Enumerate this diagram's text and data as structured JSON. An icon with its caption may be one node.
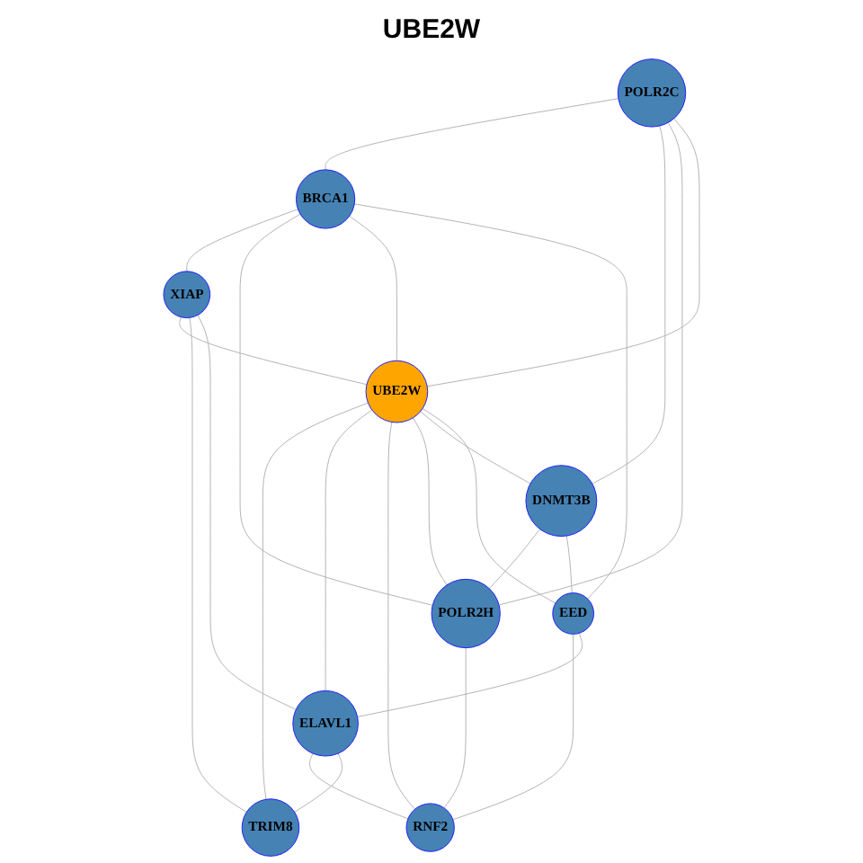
{
  "diagram": {
    "title": "UBE2W",
    "nodes": [
      {
        "text": [
          "POLR2C"
        ]
      },
      {
        "text": [
          "BRCA1"
        ]
      },
      {
        "text": [
          "XIAP"
        ]
      },
      {
        "text": [
          "POLR2H"
        ]
      },
      {
        "text": [
          "UBE2W"
        ]
      },
      {
        "text": [
          "DNMT3B"
        ]
      },
      {
        "text": [
          "TRIM8"
        ]
      },
      {
        "text": [
          "EED"
        ]
      },
      {
        "text": [
          "ELAVL1"
        ]
      },
      {
        "text": [
          "RNF2"
        ]
      }
    ],
    "edges": [
      {
        "from": 0,
        "to": 1,
        "arrow": "none"
      },
      {
        "from": 0,
        "to": 5,
        "arrow": "none"
      },
      {
        "from": 0,
        "to": 3,
        "arrow": "none"
      },
      {
        "from": 0,
        "to": 4,
        "arrow": "none"
      },
      {
        "from": 1,
        "to": 2,
        "arrow": "none"
      },
      {
        "from": 1,
        "to": 3,
        "arrow": "none"
      },
      {
        "from": 1,
        "to": 4,
        "arrow": "none"
      },
      {
        "from": 1,
        "to": 7,
        "arrow": "none"
      },
      {
        "from": 2,
        "to": 4,
        "arrow": "none"
      },
      {
        "from": 2,
        "to": 6,
        "arrow": "none"
      },
      {
        "from": 2,
        "to": 8,
        "arrow": "none"
      },
      {
        "from": 4,
        "to": 6,
        "arrow": "none"
      },
      {
        "from": 4,
        "to": 8,
        "arrow": "none"
      },
      {
        "from": 7,
        "to": 4,
        "arrow": "none"
      },
      {
        "from": 4,
        "to": 9,
        "arrow": "none"
      },
      {
        "from": 4,
        "to": 3,
        "arrow": "none"
      },
      {
        "from": 4,
        "to": 5,
        "arrow": "none"
      },
      {
        "from": 5,
        "to": 3,
        "arrow": "none"
      },
      {
        "from": 5,
        "to": 7,
        "arrow": "none"
      },
      {
        "from": 3,
        "to": 9,
        "arrow": "none"
      },
      {
        "from": 7,
        "to": 9,
        "arrow": "none"
      },
      {
        "from": 7,
        "to": 8,
        "arrow": "none"
      },
      {
        "from": 8,
        "to": 9,
        "arrow": "none"
      },
      {
        "from": 8,
        "to": 6,
        "arrow": "none"
      }
    ]
  }
}
